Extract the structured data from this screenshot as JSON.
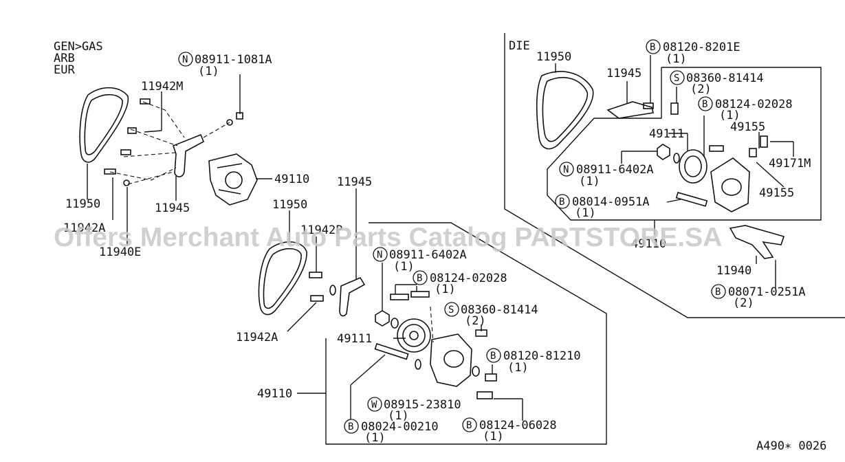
{
  "watermark": "Offers Merchant Auto Parts Catalog PARTSTORE.SA",
  "diagram_code": "A490∗ 0026",
  "left_group": {
    "variant_lines": [
      "GEN>GAS",
      "ARB",
      "EUR"
    ],
    "labels": {
      "b1": "11950",
      "b2": "11942M",
      "b3": "11942A",
      "b4": "11940E",
      "b5": "11945",
      "b6": "49110",
      "n1_sym": "N",
      "n1_num": "08911-1081A",
      "n1_qty": "(1)"
    }
  },
  "middle_group": {
    "labels": {
      "belt": "11950",
      "bracket": "11945",
      "b42p": "11942P",
      "b42a": "11942A",
      "assembly": "49110",
      "pulley": "49111",
      "n_sym": "N",
      "n_num": "08911-6402A",
      "n_qty": "(1)",
      "b1_sym": "B",
      "b1_num": "08124-02028",
      "b1_qty": "(1)",
      "s_sym": "S",
      "s_num": "08360-81414",
      "s_qty": "(2)",
      "b2_sym": "B",
      "b2_num": "08120-81210",
      "b2_qty": "(1)",
      "w_sym": "W",
      "w_num": "08915-23810",
      "w_qty": "(1)",
      "b3_sym": "B",
      "b3_num": "08024-00210",
      "b3_qty": "(1)",
      "b4_sym": "B",
      "b4_num": "08124-06028",
      "b4_qty": "(1)"
    }
  },
  "die_group": {
    "title": "DIE",
    "labels": {
      "belt": "11950",
      "bracket": "11945",
      "pulley": "49111",
      "p49155a": "49155",
      "p49155b": "49155",
      "p49171": "49171M",
      "assembly": "49110",
      "p11940": "11940",
      "b1_sym": "B",
      "b1_num": "08120-8201E",
      "b1_qty": "(1)",
      "s_sym": "S",
      "s_num": "08360-81414",
      "s_qty": "(2)",
      "b2_sym": "B",
      "b2_num": "08124-02028",
      "b2_qty": "(1)",
      "n_sym": "N",
      "n_num": "08911-6402A",
      "n_qty": "(1)",
      "b3_sym": "B",
      "b3_num": "08014-0951A",
      "b3_qty": "(1)",
      "b4_sym": "B",
      "b4_num": "08071-0251A",
      "b4_qty": "(2)"
    }
  }
}
